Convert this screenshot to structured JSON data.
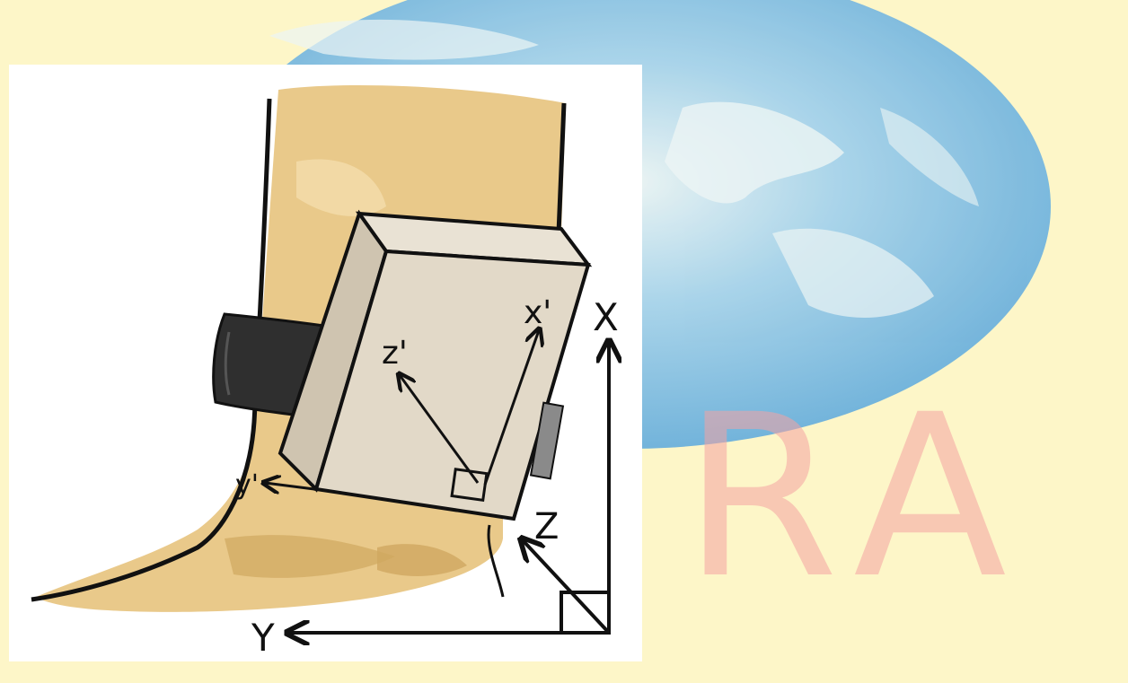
{
  "watermark": {
    "letters": [
      "R",
      "A"
    ],
    "colors": {
      "bg": "#fdf6c8",
      "globe": "#8fc8ee",
      "letters": "#f5a3a3"
    }
  },
  "illustration": {
    "colors": {
      "skin": "#e9c98a",
      "skin_shade": "#cfa860",
      "device_face": "#e2d9c8",
      "device_side": "#cfc4b0",
      "strap": "#2f2f2f",
      "button": "#8a8a8a",
      "ink": "#111111"
    }
  },
  "labels": {
    "x_prime": "x'",
    "z_prime": "z'",
    "y_prime": "y'",
    "x": "X",
    "y": "Y",
    "z": "Z"
  }
}
